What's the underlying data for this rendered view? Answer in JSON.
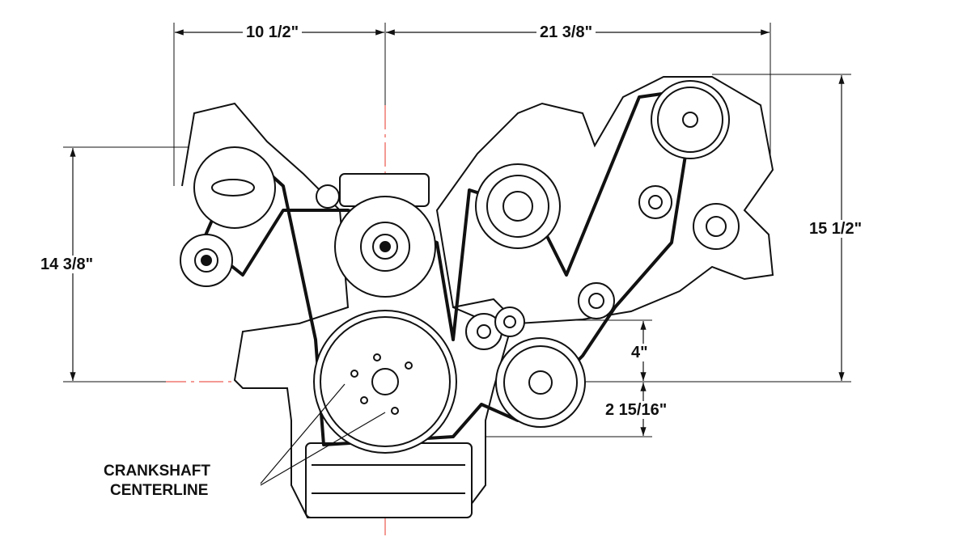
{
  "dimensions": {
    "top_left_width": "10 1/2\"",
    "top_right_width": "21 3/8\"",
    "left_height": "14 3/8\"",
    "right_height": "15 1/2\"",
    "crank_to_idler": "4\"",
    "crank_to_bottom": "2 15/16\""
  },
  "callout": {
    "line1": "CRANKSHAFT",
    "line2": "CENTERLINE"
  },
  "colors": {
    "centerline": "#e8352b",
    "line": "#111111"
  }
}
